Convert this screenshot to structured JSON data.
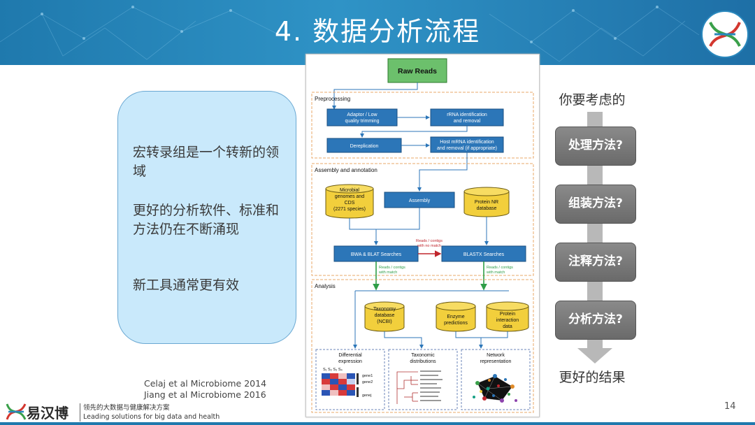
{
  "header": {
    "title": "4. 数据分析流程"
  },
  "left_panel": {
    "paragraphs": [
      "宏转录组是一个转新的领域",
      "更好的分析软件、标准和方法仍在不断涌现",
      "新工具通常更有效"
    ],
    "citations": [
      "Celaj et al Microbiome 2014",
      "Jiang et al Microbiome 2016"
    ]
  },
  "flowchart": {
    "start": "Raw Reads",
    "sections": {
      "preprocessing": "Preprocessing",
      "assembly": "Assembly and annotation",
      "analysis": "Analysis"
    },
    "boxes": {
      "adaptor_1": "Adaptor / Low",
      "adaptor_2": "quality trimming",
      "rrna_1": "rRNA identification",
      "rrna_2": "and removal",
      "derep": "Dereplication",
      "host_1": "Host mRNA identification",
      "host_2": "and removal (if appropriate)",
      "microbial_1": "Microbial",
      "microbial_2": "genomes and",
      "microbial_3": "CDS",
      "microbial_4": "(2271 species)",
      "assembly": "Assembly",
      "protein_nr_1": "Protein NR",
      "protein_nr_2": "database",
      "bwa": "BWA & BLAT Searches",
      "blastx": "BLASTX Searches",
      "red_1": "Reads / contigs",
      "red_2": "with no match",
      "green_1": "Reads / contigs",
      "green_2": "with match",
      "taxonomy_1": "Taxonomy",
      "taxonomy_2": "database",
      "taxonomy_3": "(NCBI)",
      "enzyme_1": "Enzyme",
      "enzyme_2": "predictions",
      "pinteract_1": "Protein",
      "pinteract_2": "interaction",
      "pinteract_3": "data",
      "diff_1": "Differential",
      "diff_2": "expression",
      "taxdist_1": "Taxonomic",
      "taxdist_2": "distributions",
      "network_1": "Network",
      "network_2": "representation",
      "samples": "S₁  S₂  S₃  S₄",
      "gene1": "gene1",
      "gene2": "gene2",
      "genej": "genej"
    }
  },
  "right_panel": {
    "heading": "你要考虑的",
    "steps": [
      "处理方法?",
      "组装方法?",
      "注释方法?",
      "分析方法?"
    ],
    "result": "更好的结果"
  },
  "footer": {
    "brand": "易汉博",
    "tagline_cn": "领先的大数据与健康解决方案",
    "tagline_en": "Leading solutions for big data and health",
    "page_number": "14"
  },
  "colors": {
    "header_blue": "#2a88bd",
    "box_blue": "#c9e9fb",
    "flow_box": "#2c76b8",
    "cylinder": "#f2cf3c",
    "section_dash": "#e8a86a",
    "step_gray": "#7a7a7a"
  }
}
